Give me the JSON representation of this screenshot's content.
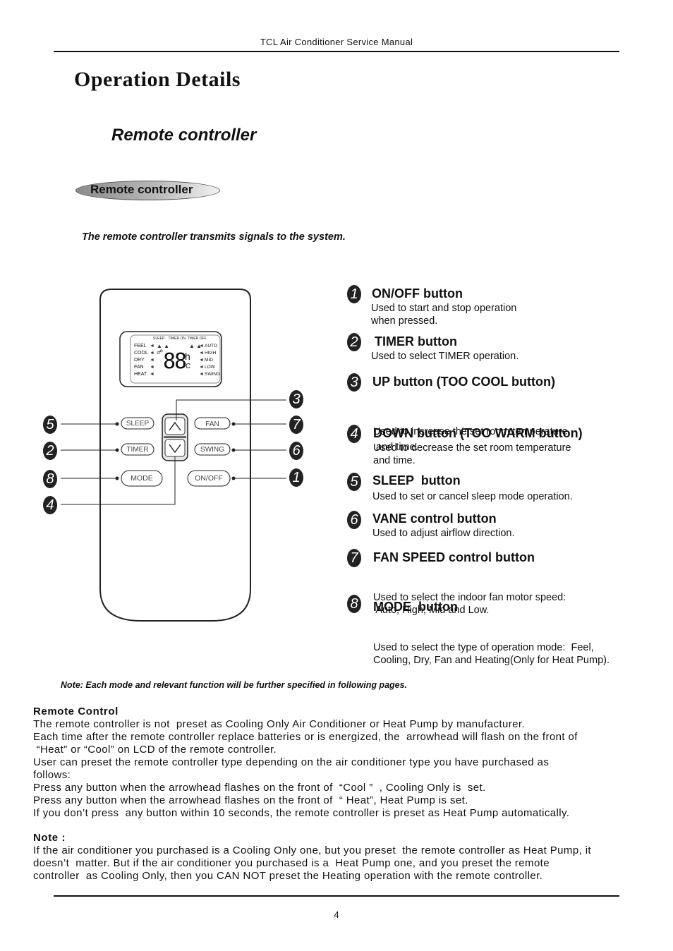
{
  "header": {
    "text": "TCL Air Conditioner Service Manual"
  },
  "page": {
    "title": "Operation Details",
    "subtitle": "Remote controller",
    "section_pill": "Remote controller",
    "intro": "The remote controller transmits signals  to the system."
  },
  "remote": {
    "lcd": {
      "top_labels": "SLEEP    TIMER ON  TIMER OFF",
      "left_modes": [
        "FEEL",
        "COOL",
        "DRY",
        "FAN",
        "HEAT"
      ],
      "right_modes": [
        "AUTO",
        "HIGH",
        "MID",
        "LOW",
        "SWING"
      ],
      "digits": "88",
      "unit_h": "h",
      "unit_c": "°C"
    },
    "buttons": {
      "sleep": "SLEEP",
      "timer": "TIMER",
      "mode": "MODE",
      "fan": "FAN",
      "swing": "SWING",
      "onoff": "ON/OFF"
    },
    "callouts": {
      "left": [
        "5",
        "2",
        "8",
        "4"
      ],
      "right": [
        "3",
        "7",
        "6",
        "1"
      ]
    }
  },
  "items": [
    {
      "num": "1",
      "title": "ON/OFF button",
      "desc": [
        "Used to start and stop operation",
        "when pressed."
      ]
    },
    {
      "num": "2",
      "title": " TIMER button",
      "desc": [
        "Used to select TIMER operation."
      ]
    },
    {
      "num": "3",
      "title": "UP button (TOO COOL button)",
      "desc": [
        "Used to increase the set room temperature",
        " and time."
      ]
    },
    {
      "num": "4",
      "title": "DOWN button (TOO WARM button)",
      "desc": [
        "Used to decrease the set room temperature",
        "and time."
      ]
    },
    {
      "num": "5",
      "title": "SLEEP  button",
      "desc": [
        "Used to set or cancel sleep mode operation."
      ]
    },
    {
      "num": "6",
      "title": "VANE control button",
      "desc": [
        "Used to adjust airflow direction."
      ]
    },
    {
      "num": "7",
      "title": "FAN SPEED control button",
      "desc": [
        "Used to select the indoor fan motor speed:",
        " Auto, High, Mid and Low."
      ]
    },
    {
      "num": "8",
      "title": "MODE  button",
      "desc": [
        "Used to select the type of operation mode:  Feel,",
        "Cooling, Dry, Fan and Heating(Only for Heat Pump)."
      ]
    }
  ],
  "note_italic": "Note: Each mode and relevant function will be further specified in following pages.",
  "remote_control": {
    "heading": "Remote Control",
    "lines": [
      "The remote controller is not  preset as Cooling Only Air Conditioner or Heat Pump by manufacturer.",
      "Each time after the remote controller replace batteries or is energized, the  arrowhead will flash on the front of",
      " “Heat” or “Cool” on LCD of the remote controller.",
      "User can preset the remote controller type depending on the air conditioner type you have purchased as",
      "follows:",
      "Press any button when the arrowhead flashes on the front of  “Cool ”  , Cooling Only is  set.",
      "Press any button when the arrowhead flashes on the front of  “ Heat”, Heat Pump is set.",
      "If you don’t press  any button within 10 seconds, the remote controller is preset as Heat Pump automatically."
    ]
  },
  "note": {
    "heading": "Note :",
    "lines": [
      "If the air conditioner you purchased is a Cooling Only one, but you preset  the remote controller as Heat Pump, it",
      "doesn’t  matter. But if the air conditioner you purchased is a  Heat Pump one, and you preset the remote",
      "controller  as Cooling Only, then you CAN NOT preset the Heating operation with the remote controller."
    ]
  },
  "page_number": "4"
}
